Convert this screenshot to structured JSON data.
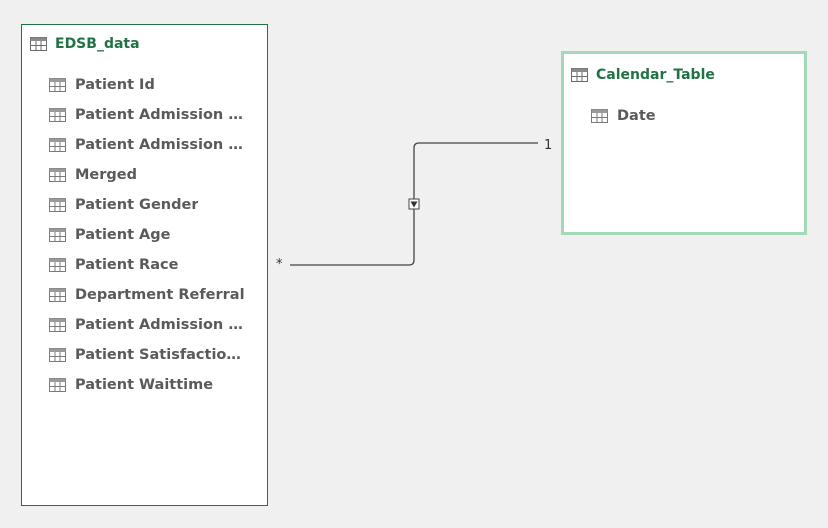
{
  "tables": {
    "edsb": {
      "title": "EDSB_data",
      "fields": [
        "Patient Id",
        "Patient Admission Da...",
        "Patient Admission Ti...",
        "Merged",
        "Patient Gender",
        "Patient Age",
        "Patient Race",
        "Department Referral",
        "Patient Admission Flag",
        "Patient Satisfaction S...",
        "Patient Waittime"
      ]
    },
    "calendar": {
      "title": "Calendar_Table",
      "fields": [
        "Date"
      ]
    }
  },
  "relationship": {
    "from_cardinality": "*",
    "to_cardinality": "1",
    "filter_direction": "single"
  },
  "colors": {
    "title": "#217346",
    "selected_border": "#a3d9b8",
    "field_text": "#5a5a5a",
    "line": "#444444"
  }
}
